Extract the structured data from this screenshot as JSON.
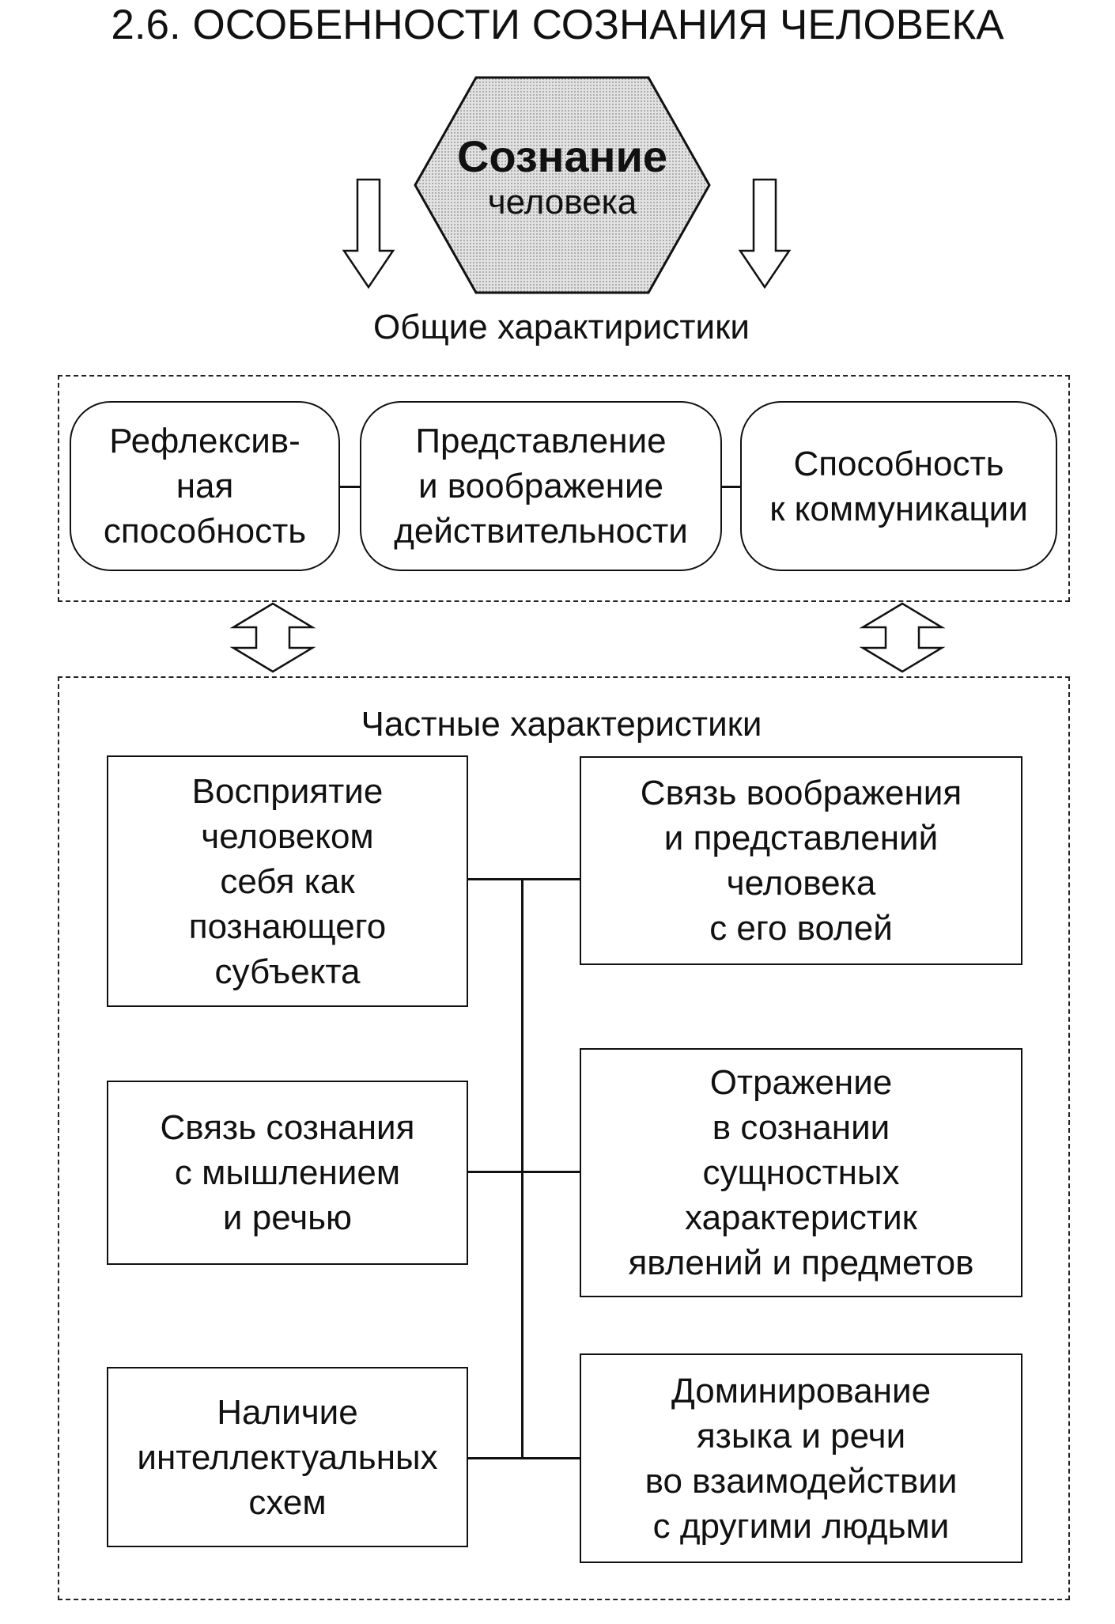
{
  "title": "2.6. ОСОБЕННОСТИ СОЗНАНИЯ ЧЕЛОВЕКА",
  "center": {
    "main": "Сознание",
    "sub": "человека"
  },
  "general": {
    "label": "Общие характиристики",
    "items": [
      "Рефлексив-\nная\nспособность",
      "Представление\nи воображение\nдействительности",
      "Способность\nк коммуникации"
    ]
  },
  "particular": {
    "label": "Частные характеристики",
    "left": [
      "Восприятие\nчеловеком\nсебя как\nпознающего\nсубъекта",
      "Связь сознания\nс мышлением\nи речью",
      "Наличие\nинтеллектуальных\nсхем"
    ],
    "right": [
      "Связь воображения\nи представлений\nчеловека\nс его волей",
      "Отражение\nв сознании\nсущностных\nхарактеристик\nявлений и предметов",
      "Доминирование\nязыка и речи\nво взаимодействии\nс другими людьми"
    ]
  },
  "colors": {
    "line": "#111111",
    "hex_fill": "#d6d6d6"
  }
}
